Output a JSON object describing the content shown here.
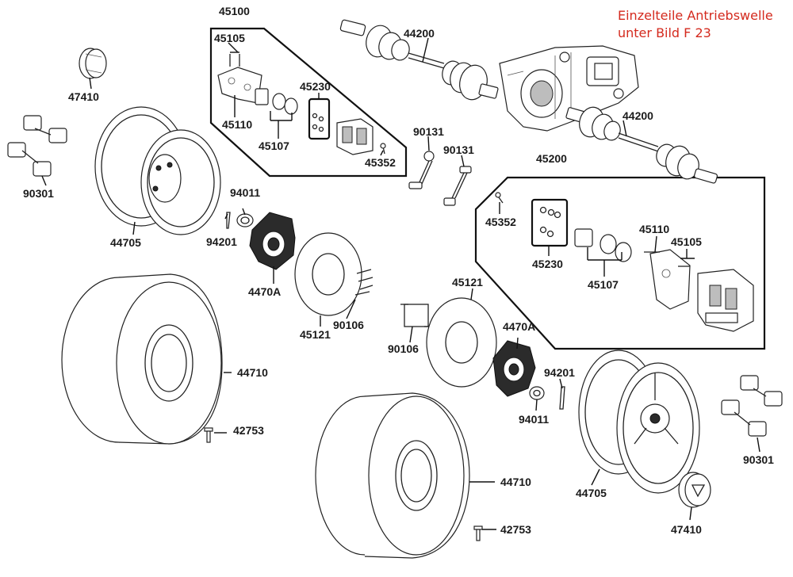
{
  "note": {
    "line1": "Einzelteile Antriebswelle",
    "line2": "unter Bild F 23",
    "color": "#d42a1e"
  },
  "labels": {
    "caliper_left_group": "45100",
    "caliper_bracket_left": "45105",
    "pad_pins_left": "45110",
    "piston_seals_left": "45107",
    "seal_kit_left": "45230",
    "bleeder_left": "45352",
    "driveshaft_upper": "44200",
    "driveshaft_lower": "44200",
    "stabilizer_link_a": "90131",
    "stabilizer_link_b": "90131",
    "caliper_right_group": "45200",
    "bleeder_right": "45352",
    "seal_kit_right": "45230",
    "piston_seals_right": "45107",
    "pad_pins_right": "45110",
    "caliper_bracket_right": "45105",
    "hub_cap_left": "47410",
    "wheel_nuts_left": "90301",
    "rim_left": "44705",
    "axle_nut_left": "94011",
    "cotter_pin_left": "94201",
    "hub_left": "4470A",
    "disc_left": "45121",
    "disc_bolts_left": "90106",
    "tire_left": "44710",
    "valve_left": "42753",
    "disc_right": "45121",
    "disc_bolts_right": "90106",
    "hub_right": "4470A",
    "cotter_pin_right": "94201",
    "axle_nut_right": "94011",
    "tire_right": "44710",
    "valve_right": "42753",
    "rim_right": "44705",
    "hub_cap_right": "47410",
    "wheel_nuts_right": "90301"
  }
}
